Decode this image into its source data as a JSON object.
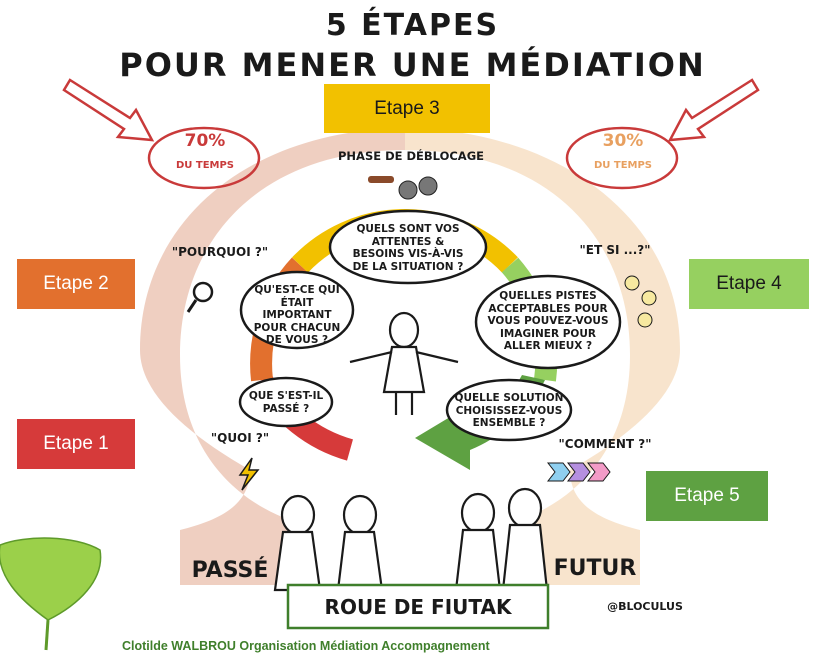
{
  "title": {
    "line1": "5 ÉTAPES",
    "line2": "POUR MENER UNE MÉDIATION"
  },
  "etapes": {
    "e1": {
      "label": "Etape 1",
      "color": "#d63a3a"
    },
    "e2": {
      "label": "Etape 2",
      "color": "#e2702e"
    },
    "e3": {
      "label": "Etape 3",
      "color": "#f2c100"
    },
    "e4": {
      "label": "Etape 4",
      "color": "#96d060"
    },
    "e5": {
      "label": "Etape 5",
      "color": "#5ea142"
    }
  },
  "time": {
    "left": {
      "percent": "70%",
      "label": "DU TEMPS"
    },
    "right": {
      "percent": "30%",
      "label": "DU TEMPS"
    }
  },
  "phase": "PHASE DE DÉBLOCAGE",
  "questions": {
    "pourquoi": "\"POURQUOI ?\"",
    "quoi": "\"QUOI ?\"",
    "et_si": "\"ET SI ...?\"",
    "comment": "\"COMMENT ?\""
  },
  "bubbles": {
    "attentes": "QUELS SONT VOS ATTENTES & BESOINS VIS-À-VIS DE LA SITUATION ?",
    "important": "QU'EST-CE QUI ÉTAIT IMPORTANT POUR CHACUN DE VOUS ?",
    "pistes": "QUELLES PISTES ACCEPTABLES POUR VOUS POUVEZ-VOUS IMAGINER POUR ALLER MIEUX ?",
    "passe": "QUE S'EST-IL PASSÉ ?",
    "solution": "QUELLE SOLUTION CHOISISSEZ-VOUS ENSEMBLE ?"
  },
  "labels": {
    "passe": "PASSÉ",
    "futur": "FUTUR",
    "roue": "ROUE DE FIUTAK",
    "credit": "@BLOCULUS"
  },
  "footer": "Clotilde WALBROU Organisation Médiation Accompagnement"
}
